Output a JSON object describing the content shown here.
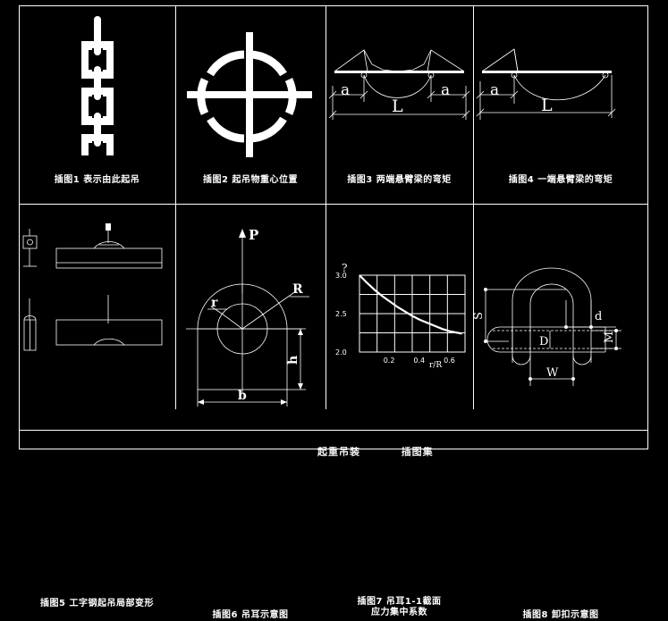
{
  "document": {
    "title": "起重吊装插图集 (CAD drawing sheet)",
    "background_color": "#000000",
    "line_color": "#ffffff",
    "sheet_width": 747,
    "sheet_height": 516
  },
  "panels": [
    {
      "id": "fig1",
      "caption": "插图1   表示由此起吊",
      "figure_name": "chain-sling-symbol",
      "labels": []
    },
    {
      "id": "fig2",
      "caption": "插图2   起吊物重心位置",
      "figure_name": "center-of-gravity-symbol",
      "labels": []
    },
    {
      "id": "fig3",
      "caption": "插图3   两端悬臂梁的弯矩",
      "figure_name": "double-overhang-beam-moment",
      "labels": [
        "a",
        "L",
        "a"
      ]
    },
    {
      "id": "fig4",
      "caption": "插图4   一端悬臂梁的弯矩",
      "figure_name": "single-overhang-beam-moment",
      "labels": [
        "a",
        "L"
      ]
    },
    {
      "id": "fig5",
      "caption": "插图5   工字钢起吊局部变形",
      "figure_name": "i-beam-local-deformation",
      "labels": []
    },
    {
      "id": "fig6",
      "caption": "插图6   吊耳示意图",
      "figure_name": "lifting-lug-schematic",
      "labels": [
        "P",
        "R",
        "r",
        "h",
        "b"
      ]
    },
    {
      "id": "fig7",
      "caption_line1": "插图7   吊耳1-1截面",
      "caption_line2": "应力集中系数",
      "figure_name": "stress-concentration-factor-chart",
      "labels": []
    },
    {
      "id": "fig8",
      "caption": "插图8   卸扣示意图",
      "figure_name": "shackle-schematic",
      "labels": [
        "S",
        "d",
        "D",
        "M",
        "W"
      ]
    }
  ],
  "chart_data": {
    "type": "line",
    "title": "吊耳1-1截面应力集中系数",
    "xlabel": "r/R",
    "ylabel": "?",
    "xlim": [
      0,
      0.7
    ],
    "ylim": [
      2.0,
      3.0
    ],
    "xticks": [
      "0.2",
      "0.4",
      "0.6"
    ],
    "xtick_values": [
      0.2,
      0.4,
      0.6
    ],
    "yticks": [
      "3.0",
      "2.5",
      "2.0"
    ],
    "ytick_values": [
      3.0,
      2.5,
      2.0
    ],
    "grid": true,
    "legend": "none",
    "series": [
      {
        "name": "应力集中系数",
        "x": [
          0.0,
          0.05,
          0.1,
          0.15,
          0.2,
          0.25,
          0.3,
          0.35,
          0.4,
          0.45,
          0.5,
          0.55,
          0.6,
          0.68
        ],
        "y": [
          3.0,
          2.9,
          2.81,
          2.73,
          2.66,
          2.59,
          2.53,
          2.47,
          2.42,
          2.38,
          2.34,
          2.3,
          2.27,
          2.24
        ]
      }
    ]
  }
}
